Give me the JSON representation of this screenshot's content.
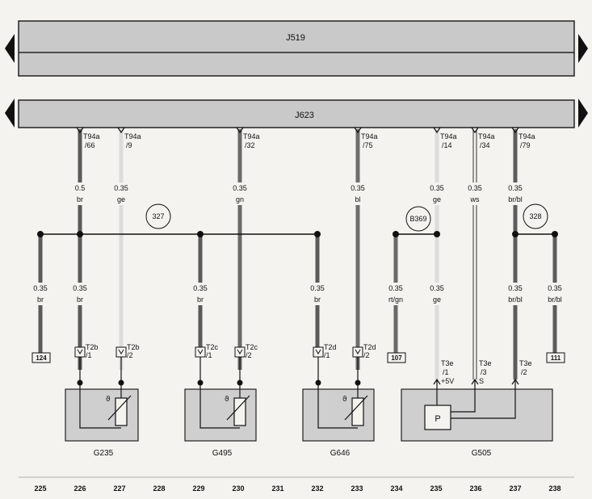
{
  "modules": {
    "upper": {
      "label": "J519"
    },
    "lower": {
      "label": "J623"
    }
  },
  "top_wires": [
    {
      "id": "w226",
      "pin": "T94a",
      "pin_no": "/66",
      "size": "0.5",
      "color": "br",
      "stroke": "#5a5a5a"
    },
    {
      "id": "w227",
      "pin": "T94a",
      "pin_no": "/9",
      "size": "0.35",
      "color": "ge",
      "stroke": "#dcdcdc"
    },
    {
      "id": "w230",
      "pin": "T94a",
      "pin_no": "/32",
      "size": "0.35",
      "color": "gn",
      "stroke": "#6a6a6a"
    },
    {
      "id": "w233",
      "pin": "T94a",
      "pin_no": "/75",
      "size": "0.35",
      "color": "bl",
      "stroke": "#6e6e6e"
    },
    {
      "id": "w235",
      "pin": "T94a",
      "pin_no": "/14",
      "size": "0.35",
      "color": "ge",
      "stroke": "#dcdcdc"
    },
    {
      "id": "w236",
      "pin": "T94a",
      "pin_no": "/34",
      "size": "0.35",
      "color": "ws",
      "stroke": "#ffffff"
    },
    {
      "id": "w237",
      "pin": "T94a",
      "pin_no": "/79",
      "size": "0.35",
      "color": "br/bl",
      "stroke": "#5c5c5c"
    }
  ],
  "lower_wires": [
    {
      "id": "l225",
      "size": "0.35",
      "color": "br"
    },
    {
      "id": "l226",
      "size": "0.35",
      "color": "br"
    },
    {
      "id": "l229",
      "size": "0.35",
      "color": "br"
    },
    {
      "id": "l232",
      "size": "0.35",
      "color": "br"
    },
    {
      "id": "l234",
      "size": "0.35",
      "color": "rt/gn"
    },
    {
      "id": "l235",
      "size": "0.35",
      "color": "ge"
    },
    {
      "id": "l237",
      "size": "0.35",
      "color": "br/bl"
    },
    {
      "id": "l238",
      "size": "0.35",
      "color": "br/bl"
    }
  ],
  "connectors": {
    "c226": {
      "name": "T2b",
      "pin": "/1"
    },
    "c227": {
      "name": "T2b",
      "pin": "/2"
    },
    "c229": {
      "name": "T2c",
      "pin": "/1"
    },
    "c230": {
      "name": "T2c",
      "pin": "/2"
    },
    "c232": {
      "name": "T2d",
      "pin": "/1"
    },
    "c233": {
      "name": "T2d",
      "pin": "/2"
    },
    "c235": {
      "name": "T3e",
      "pin": "/1",
      "sig": "+5V"
    },
    "c236": {
      "name": "T3e",
      "pin": "/3",
      "sig": "S"
    },
    "c237": {
      "name": "T3e",
      "pin": "/2"
    }
  },
  "ground_points": [
    {
      "id": "g327",
      "label": "327"
    },
    {
      "id": "gB369",
      "label": "B369"
    },
    {
      "id": "g328",
      "label": "328"
    }
  ],
  "ref_boxes": [
    {
      "id": "r124",
      "label": "124"
    },
    {
      "id": "r107",
      "label": "107"
    },
    {
      "id": "r111",
      "label": "111"
    }
  ],
  "components": [
    {
      "id": "G235",
      "label": "G235"
    },
    {
      "id": "G495",
      "label": "G495"
    },
    {
      "id": "G646",
      "label": "G646"
    },
    {
      "id": "G505",
      "label": "G505",
      "inner": "P"
    }
  ],
  "column_numbers": [
    "225",
    "226",
    "227",
    "228",
    "229",
    "230",
    "231",
    "232",
    "233",
    "234",
    "235",
    "236",
    "237",
    "238"
  ]
}
